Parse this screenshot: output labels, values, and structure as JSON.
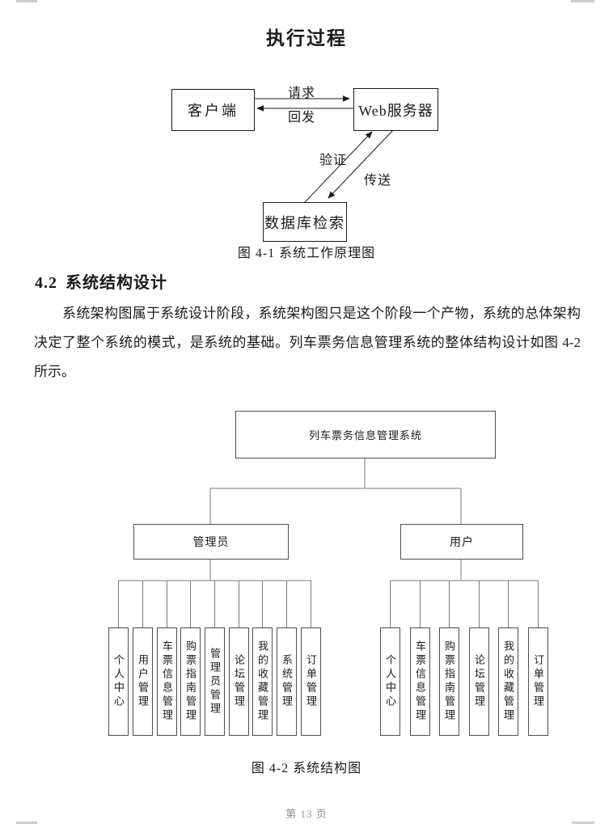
{
  "page": {
    "title": "执行过程",
    "footer": "第 13 页"
  },
  "colors": {
    "diagram_line": "#1a1a1a",
    "tree_line": "#7b7b7b",
    "footer_text": "#8f8f8f"
  },
  "figure1": {
    "caption": "图 4-1 系统工作原理图",
    "nodes": {
      "client": "客户端",
      "web_server": "Web服务器",
      "database": "数据库检索"
    },
    "edges": {
      "request": "请求",
      "postback": "回发",
      "verify": "验证",
      "transfer": "传送"
    }
  },
  "section": {
    "number": "4.2",
    "title": "系统结构设计",
    "paragraph": "系统架构图属于系统设计阶段，系统架构图只是这个阶段一个产物，系统的总体架构决定了整个系统的模式，是系统的基础。列车票务信息管理系统的整体结构设计如图 4-2 所示。"
  },
  "figure2": {
    "caption": "图 4-2 系统结构图",
    "root": "列车票务信息管理系统",
    "admin": {
      "label": "管理员",
      "children": [
        "个人中心",
        "用户管理",
        "车票信息管理",
        "购票指南管理",
        "管理员管理",
        "论坛管理",
        "我的收藏管理",
        "系统管理",
        "订单管理"
      ]
    },
    "user": {
      "label": "用户",
      "children": [
        "个人中心",
        "车票信息管理",
        "购票指南管理",
        "论坛管理",
        "我的收藏管理",
        "订单管理"
      ]
    }
  }
}
